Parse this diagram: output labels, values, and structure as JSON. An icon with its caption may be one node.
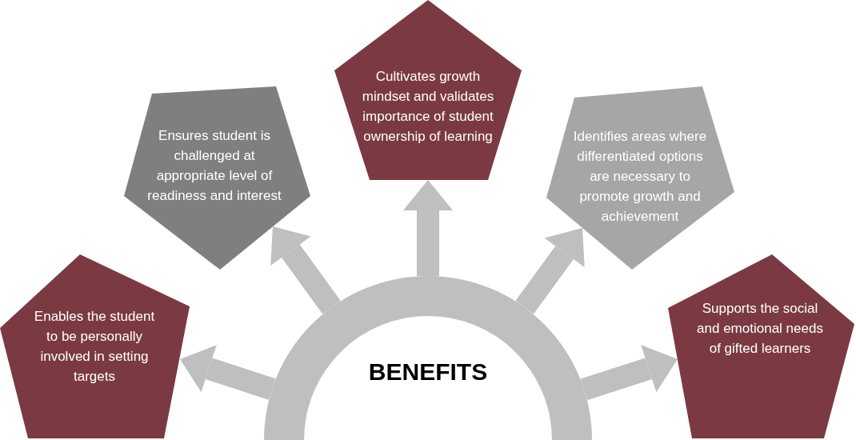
{
  "diagram": {
    "nodes": [
      {
        "text": [
          "BENEFITS"
        ]
      },
      {
        "text": [
          "Enables the student to be personally involved in setting targets"
        ]
      },
      {
        "text": [
          "Ensures student is challenged at appropriate level of readiness and interest"
        ]
      },
      {
        "text": [
          "Cultivates growth mindset and validates importance of student ownership of learning"
        ]
      },
      {
        "text": [
          "Identifies areas where differentiated options are necessary to promote growth and achievement"
        ]
      },
      {
        "text": [
          "Supports the social and emotional needs of gifted learners"
        ]
      }
    ],
    "edges": [
      {
        "from": 0,
        "to": 1,
        "arrow": "to"
      },
      {
        "from": 0,
        "to": 2,
        "arrow": "to"
      },
      {
        "from": 0,
        "to": 3,
        "arrow": "to"
      },
      {
        "from": 0,
        "to": 4,
        "arrow": "to"
      },
      {
        "from": 0,
        "to": 5,
        "arrow": "to"
      }
    ]
  }
}
